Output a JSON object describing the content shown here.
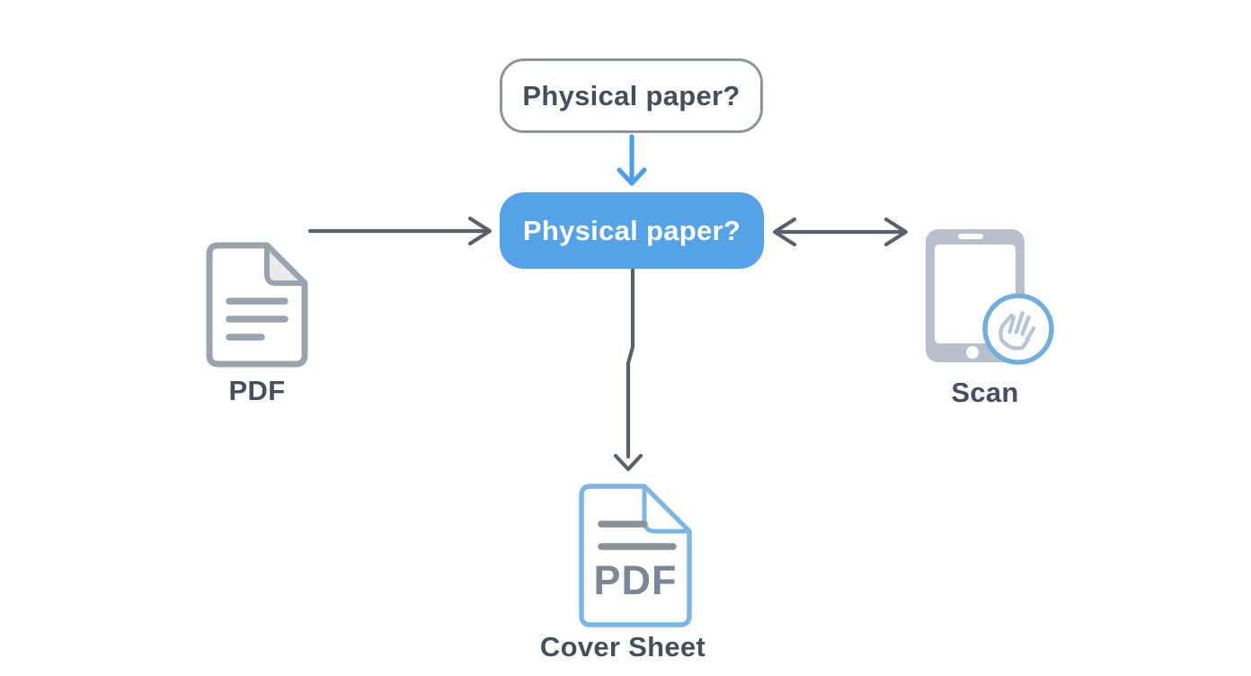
{
  "diagram": {
    "top_node": {
      "label": "Physical paper?"
    },
    "center_node": {
      "label": "Physical paper?"
    },
    "pdf_item": {
      "label": "PDF"
    },
    "scan_item": {
      "label": "Scan"
    },
    "cover_sheet_item": {
      "label": "Cover Sheet",
      "icon_text": "PDF"
    }
  },
  "colors": {
    "accent-blue": "#55a2e9",
    "arrow-blue": "#4aa0e9",
    "arrow-gray": "#5a616b",
    "outline-gray": "#8d949e",
    "text-dark": "#474f5c",
    "icon-gray": "#9ba3ad",
    "fold-fill": "#e9ebef",
    "phone-gray": "#b9c0cc",
    "coversheet-blue": "#7fb5e2",
    "coversheet-line-gray": "#8b9099",
    "coversheet-text": "#7c8696",
    "hand-ring-blue": "#72aede",
    "hand-gray": "#b7c5d5"
  }
}
